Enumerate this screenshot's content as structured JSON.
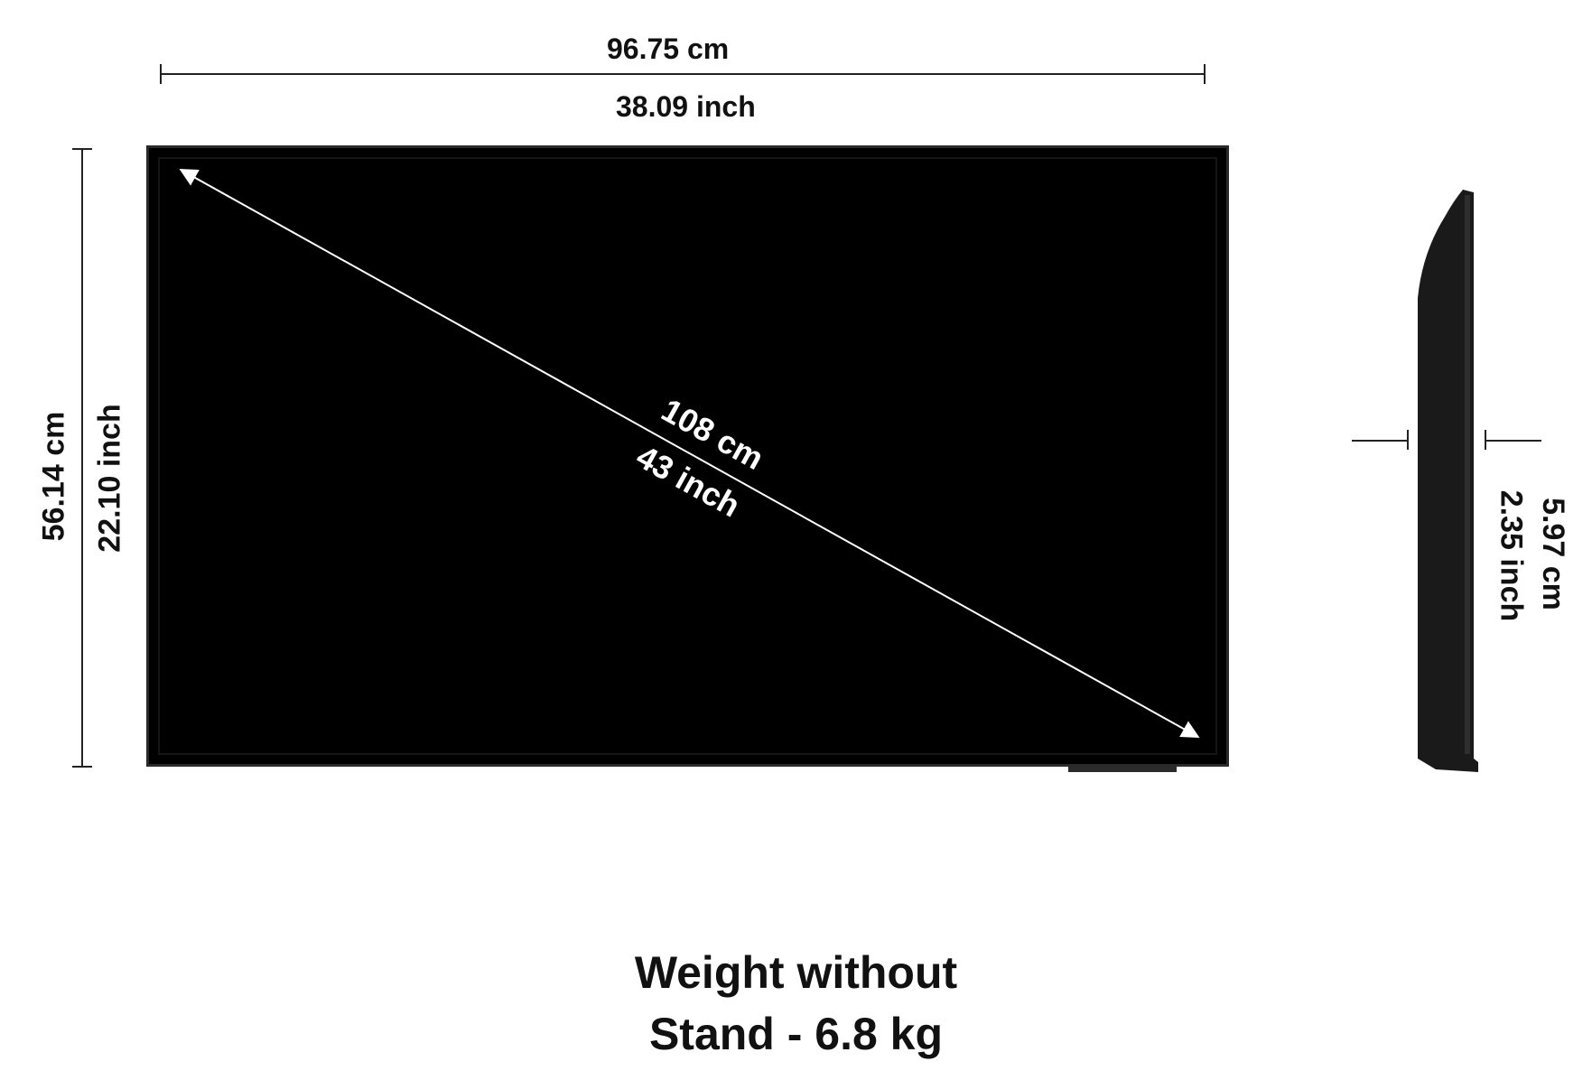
{
  "width": {
    "cm": "96.75 cm",
    "inch": "38.09 inch"
  },
  "height": {
    "cm": "56.14  cm",
    "inch": "22.10  inch"
  },
  "diagonal": {
    "cm": "108 cm",
    "inch": "43 inch"
  },
  "depth": {
    "cm": "5.97 cm",
    "inch": "2.35 inch"
  },
  "weight": {
    "line1": "Weight without",
    "line2": "Stand - 6.8 kg"
  },
  "colors": {
    "tv_body": "#000000",
    "dimension_lines": "#222222",
    "diagonal_arrow": "#ffffff",
    "background": "#ffffff"
  }
}
